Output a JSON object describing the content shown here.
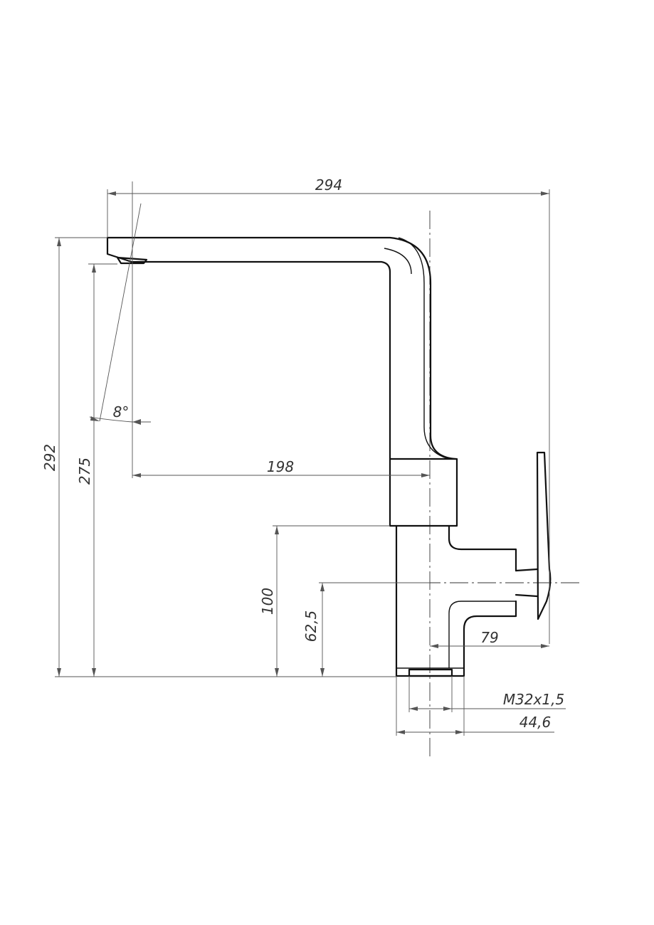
{
  "dimensions": {
    "overall_width": "294",
    "overall_height": "292",
    "outlet_height": "275",
    "spout_reach": "198",
    "spout_angle": "8°",
    "body_height": "100",
    "lever_axis_height": "62,5",
    "lever_reach": "79",
    "thread": "M32x1,5",
    "base_diameter": "44,6"
  },
  "colors": {
    "outline": "#111111",
    "dimension": "#555555",
    "text": "#333333"
  }
}
